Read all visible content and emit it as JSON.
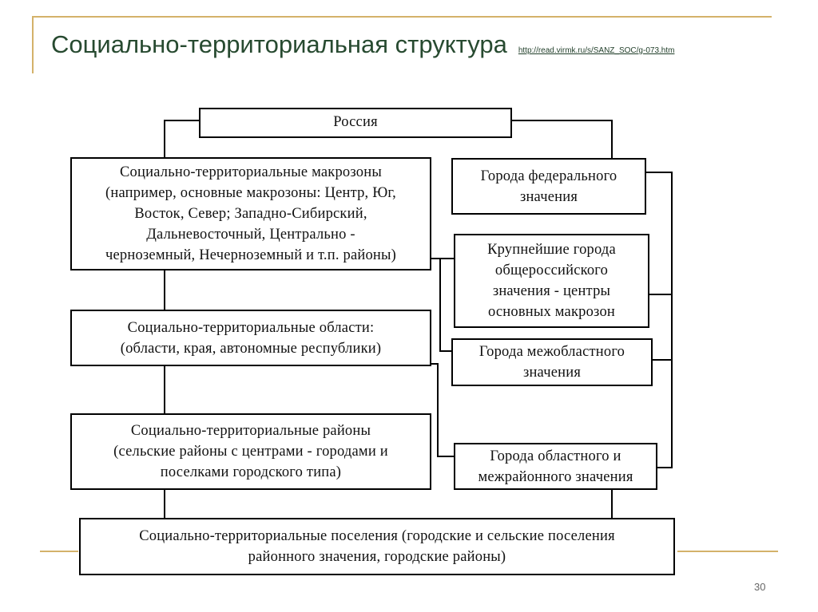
{
  "slide": {
    "title": "Социально-территориальная структура",
    "source_link": "http://read.virmk.ru/s/SANZ_SOC/g-073.htm",
    "page_number": "30",
    "accent_color": "#d4b26a",
    "title_color": "#274a30"
  },
  "diagram": {
    "russia": "Россия",
    "macrozones": [
      "Социально-территориальные макрозоны",
      "(например,  основные макрозоны: Центр, Юг,",
      "Восток, Север; Западно-Сибирский,",
      "Дальневосточный,  Центрально -",
      "черноземный, Нечерноземный и т.п. районы)"
    ],
    "oblasts": [
      "Социально-территориальные области:",
      "(области, края, автономные республики)"
    ],
    "districts": [
      "Социально-территориальные районы",
      "(сельские районы с центрами - городами и",
      "поселками городского типа)"
    ],
    "settlements": [
      "Социально-территориальные поселения (городские и сельские поселения",
      "районного значения, городские районы)"
    ],
    "federal_cities": [
      "Города федерального",
      "значения"
    ],
    "largest_cities": [
      "Крупнейшие города",
      "общероссийского",
      "значения - центры",
      "основных макрозон"
    ],
    "interregional_cities": [
      "Города межобластного",
      "значения"
    ],
    "regional_cities": [
      "Города областного и",
      "межрайонного значения"
    ]
  }
}
